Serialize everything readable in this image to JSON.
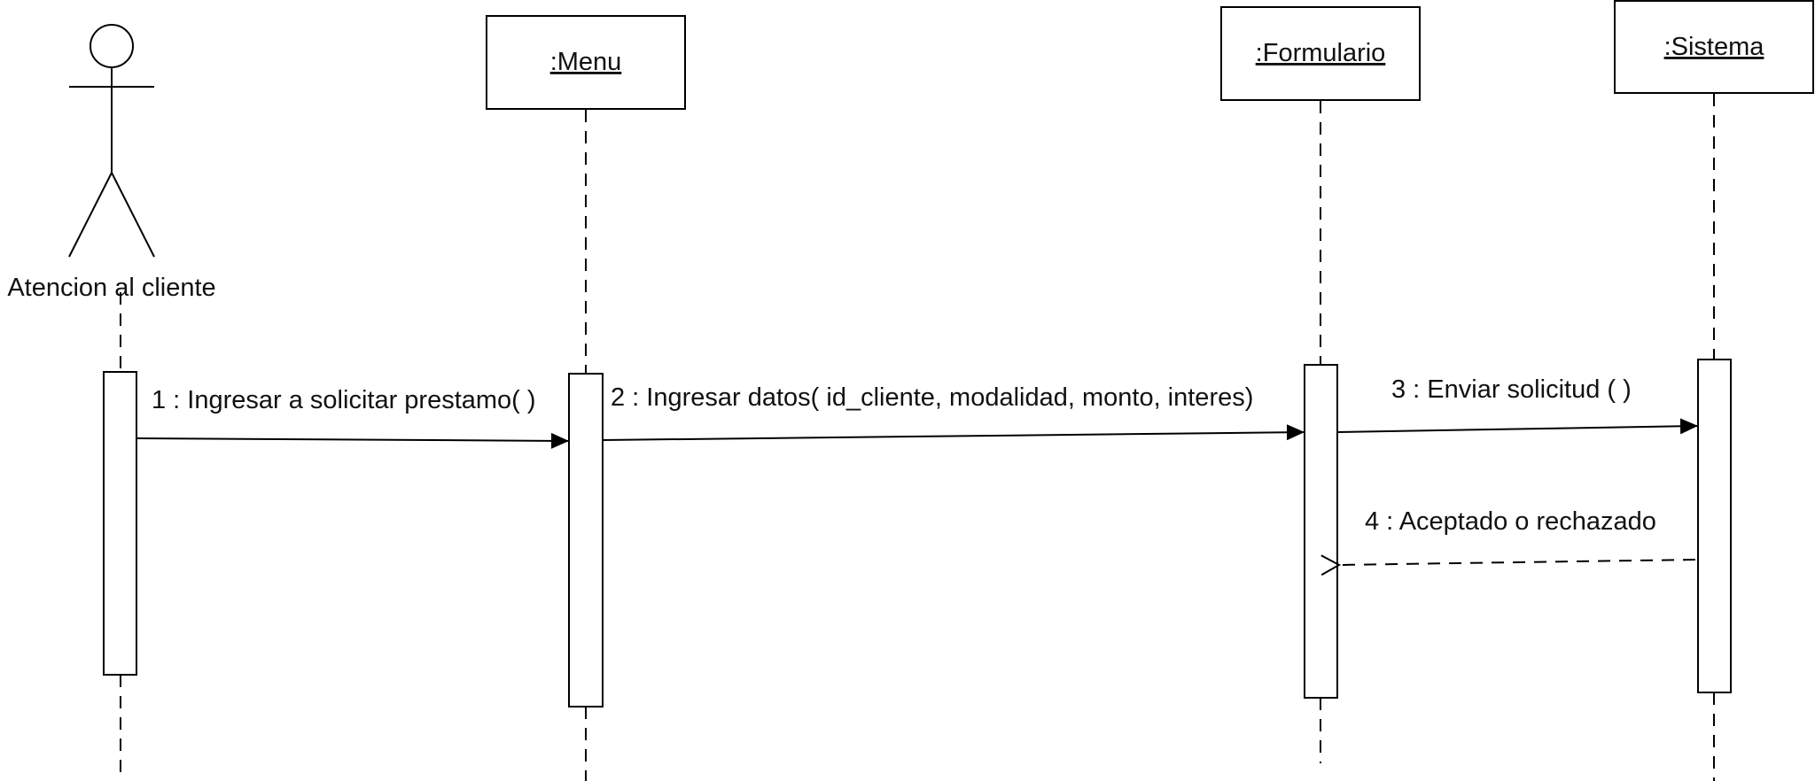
{
  "diagram": {
    "actor": {
      "name": "Atencion al cliente",
      "icon": "stick-figure-icon"
    },
    "objects": [
      {
        "title": ":Menu"
      },
      {
        "title": ":Formulario"
      },
      {
        "title": ":Sistema"
      }
    ],
    "messages": [
      {
        "label": "1 : Ingresar a solicitar prestamo( )",
        "type": "synchronous"
      },
      {
        "label": "2 : Ingresar datos( id_cliente, modalidad, monto, interes)",
        "type": "synchronous"
      },
      {
        "label": "3 : Enviar solicitud ( )",
        "type": "synchronous"
      },
      {
        "label": "4 : Aceptado o rechazado",
        "type": "return"
      }
    ]
  }
}
